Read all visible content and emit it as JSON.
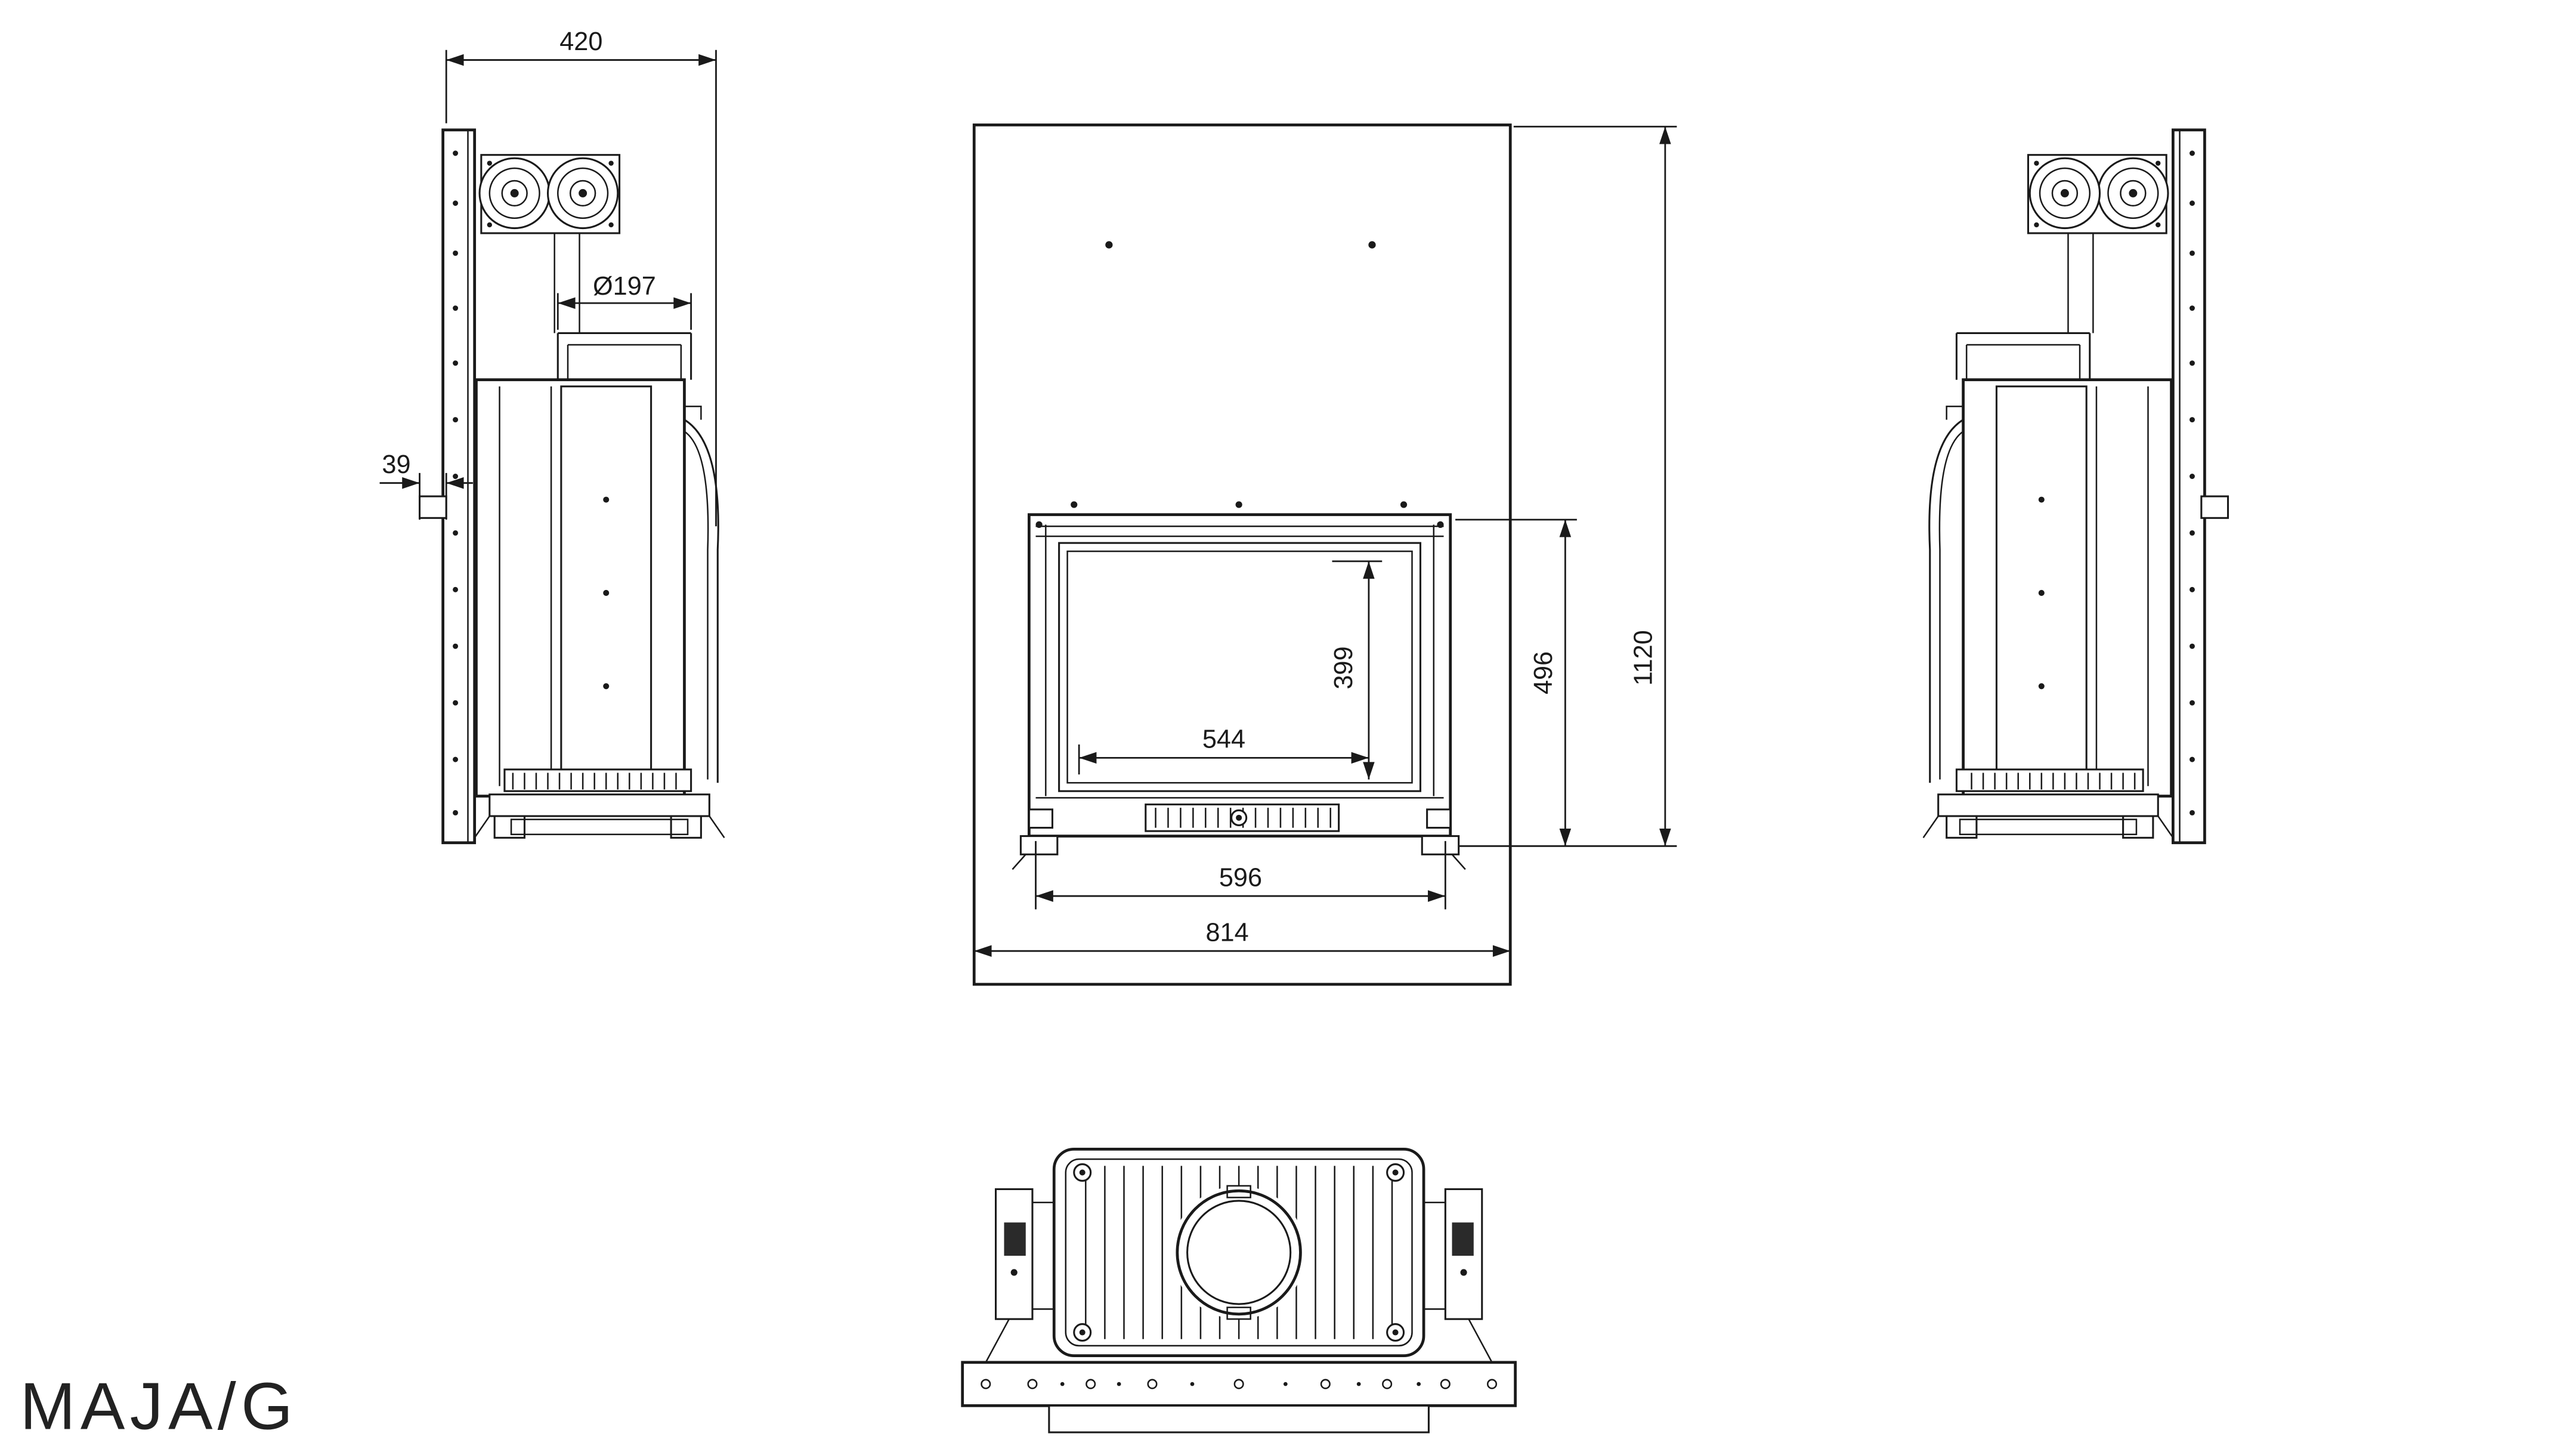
{
  "title": "MAJA/G",
  "drawing": {
    "side_view": {
      "depth": "420",
      "flue_diameter": "Ø197",
      "wall_offset": "39"
    },
    "front_view": {
      "glass_width": "544",
      "glass_height": "399",
      "firebox_height": "496",
      "total_height": "1120",
      "door_width": "596",
      "total_width": "814"
    }
  }
}
